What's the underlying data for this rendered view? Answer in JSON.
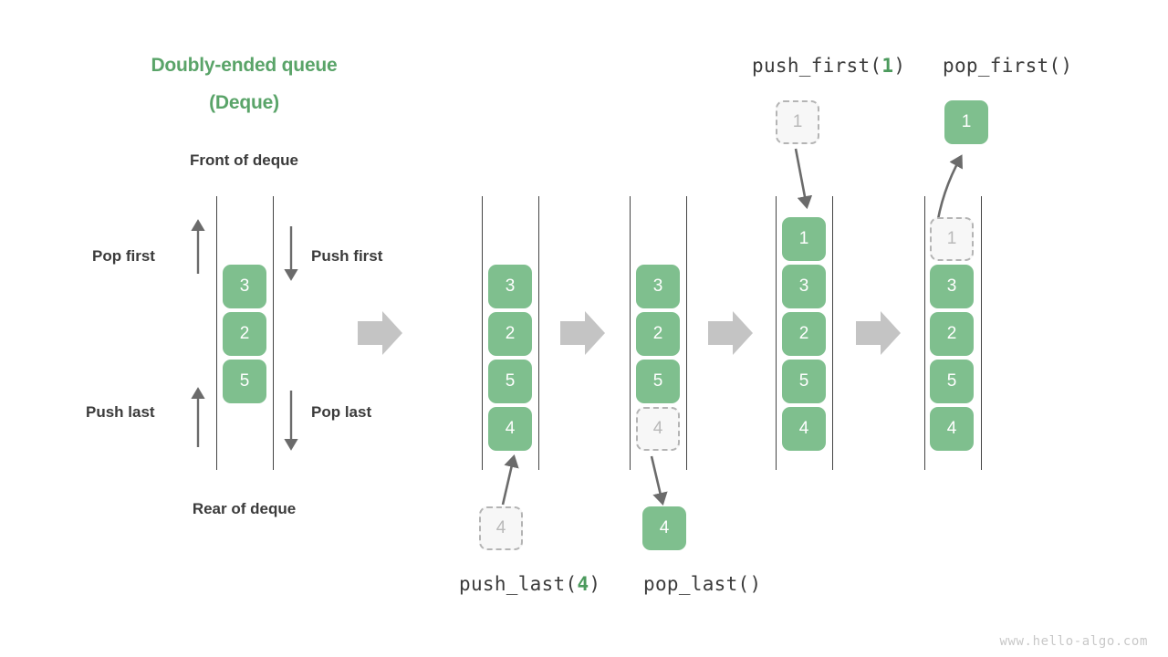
{
  "title": {
    "line1": "Doubly-ended queue",
    "line2": "(Deque)",
    "color": "#5aa469"
  },
  "labels": {
    "front": "Front of deque",
    "rear": "Rear of deque",
    "pop_first": "Pop first",
    "push_first": "Push first",
    "push_last": "Push last",
    "pop_last": "Pop last"
  },
  "captions": {
    "push_first_pre": "push_first(",
    "push_first_val": "1",
    "push_first_post": ")",
    "pop_first": "pop_first()",
    "push_last_pre": "push_last(",
    "push_last_val": "4",
    "push_last_post": ")",
    "pop_last": "pop_last()"
  },
  "watermark": "www.hello-algo.com",
  "colors": {
    "accent_green": "#7fbf8e",
    "title_green": "#5aa469",
    "ghost_fill": "#f7f7f7",
    "ghost_border": "#b4b4b4",
    "ghost_text": "#b9b9b9",
    "rail": "#444444",
    "arrow_gray": "#6b6b6b",
    "block_arrow": "#c4c4c4",
    "text_dark": "#3b3b3b"
  },
  "chart_data": {
    "type": "diagram",
    "title": "Doubly-ended queue (Deque)",
    "description": "Five deque states showing push_last(4), pop_last(), push_first(1), pop_first() operations",
    "columns": [
      {
        "name": "initial-deque",
        "cells": [
          {
            "value": "3",
            "state": "solid"
          },
          {
            "value": "2",
            "state": "solid"
          },
          {
            "value": "5",
            "state": "solid"
          }
        ],
        "external_cells": []
      },
      {
        "name": "after-push-last",
        "cells": [
          {
            "value": "3",
            "state": "solid"
          },
          {
            "value": "2",
            "state": "solid"
          },
          {
            "value": "5",
            "state": "solid"
          },
          {
            "value": "4",
            "state": "solid"
          }
        ],
        "external_cells": [
          {
            "value": "4",
            "state": "ghost",
            "position": "below",
            "arrow": "up-into-rear"
          }
        ]
      },
      {
        "name": "before-pop-last",
        "cells": [
          {
            "value": "3",
            "state": "solid"
          },
          {
            "value": "2",
            "state": "solid"
          },
          {
            "value": "5",
            "state": "solid"
          },
          {
            "value": "4",
            "state": "ghost"
          }
        ],
        "external_cells": [
          {
            "value": "4",
            "state": "solid",
            "position": "below",
            "arrow": "down-out-of-rear"
          }
        ]
      },
      {
        "name": "after-push-first",
        "cells": [
          {
            "value": "1",
            "state": "solid"
          },
          {
            "value": "3",
            "state": "solid"
          },
          {
            "value": "2",
            "state": "solid"
          },
          {
            "value": "5",
            "state": "solid"
          },
          {
            "value": "4",
            "state": "solid"
          }
        ],
        "external_cells": [
          {
            "value": "1",
            "state": "ghost",
            "position": "above",
            "arrow": "down-into-front"
          }
        ]
      },
      {
        "name": "before-pop-first",
        "cells": [
          {
            "value": "1",
            "state": "ghost"
          },
          {
            "value": "3",
            "state": "solid"
          },
          {
            "value": "2",
            "state": "solid"
          },
          {
            "value": "5",
            "state": "solid"
          },
          {
            "value": "4",
            "state": "solid"
          }
        ],
        "external_cells": [
          {
            "value": "1",
            "state": "solid",
            "position": "above",
            "arrow": "up-out-of-front"
          }
        ]
      }
    ],
    "flow_arrows": 4,
    "legend": {
      "pop_first": "Pop first",
      "push_first": "Push first",
      "push_last": "Push last",
      "pop_last": "Pop last"
    }
  }
}
